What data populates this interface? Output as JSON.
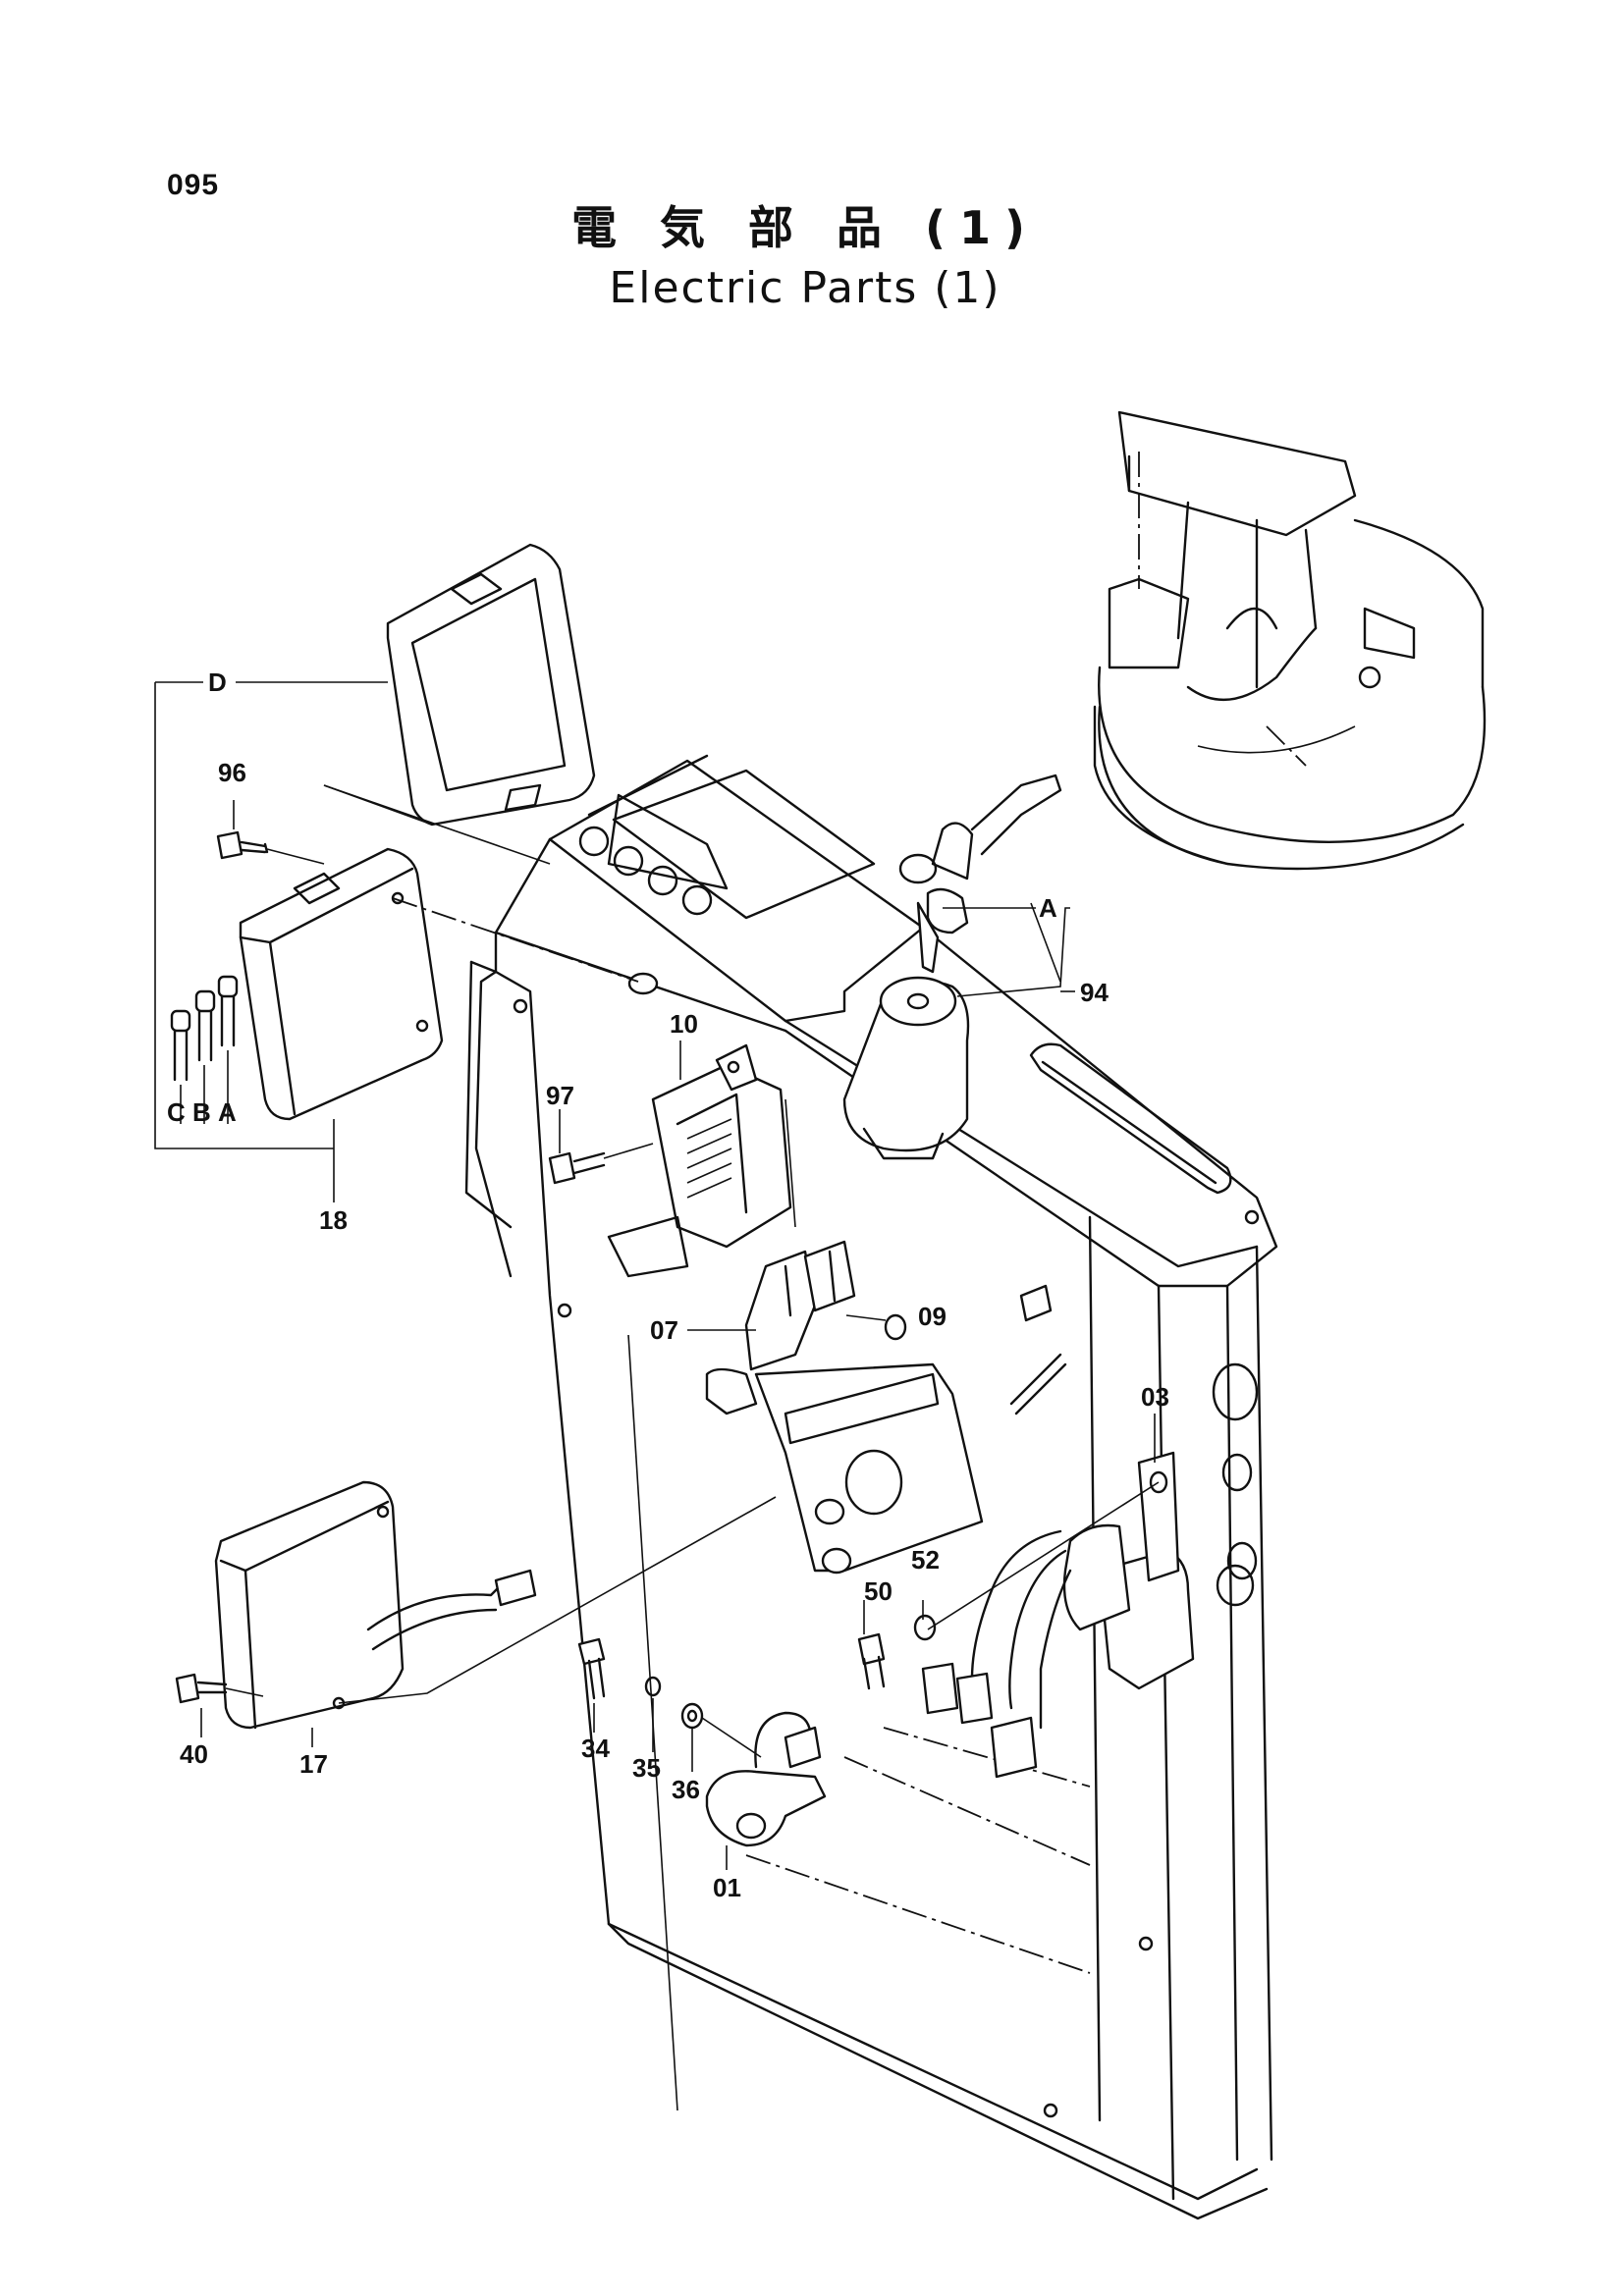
{
  "page_number": "095",
  "title": {
    "japanese": "電 気 部 品 (1)",
    "english": "Electric Parts (1)"
  },
  "part_labels": {
    "p01": "01",
    "p03": "03",
    "p07": "07",
    "p09": "09",
    "p10": "10",
    "p17": "17",
    "p18": "18",
    "p34": "34",
    "p35": "35",
    "p36": "36",
    "p40": "40",
    "p50": "50",
    "p52": "52",
    "p94": "94",
    "p96": "96",
    "p97": "97"
  },
  "sub_labels": {
    "a_key": "A",
    "a_fuse": "A",
    "b_fuse": "B",
    "c_fuse": "C",
    "d_cover": "D"
  }
}
